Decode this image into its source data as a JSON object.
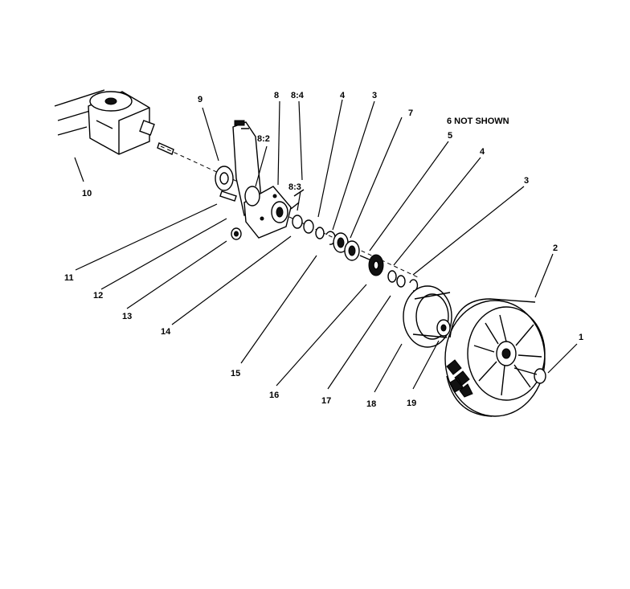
{
  "note": "6 NOT SHOWN",
  "callouts": {
    "c1": "1",
    "c2": "2",
    "c3a": "3",
    "c3b": "3",
    "c4a": "4",
    "c4b": "4",
    "c5": "5",
    "c7": "7",
    "c8": "8",
    "c82": "8:2",
    "c83": "8:3",
    "c84": "8:4",
    "c9": "9",
    "c10": "10",
    "c11": "11",
    "c12": "12",
    "c13": "13",
    "c14": "14",
    "c15": "15",
    "c16": "16",
    "c17": "17",
    "c18": "18",
    "c19": "19"
  }
}
